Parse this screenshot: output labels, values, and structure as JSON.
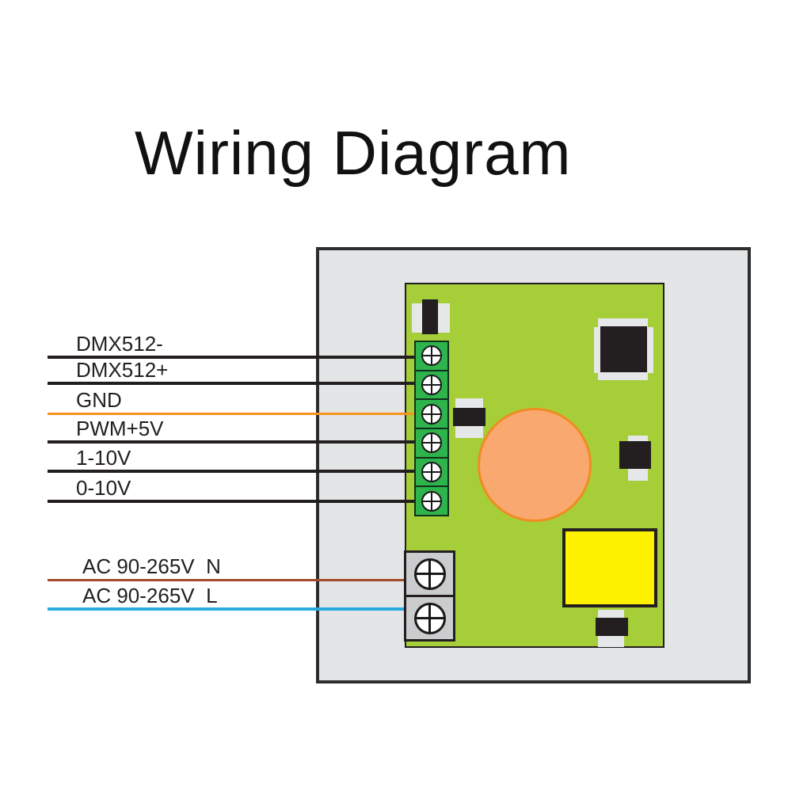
{
  "title": "Wiring Diagram",
  "board": {
    "signal_terminals": {
      "count": 6,
      "wires": [
        {
          "label": "DMX512-",
          "wire_color": "#231f20"
        },
        {
          "label": "DMX512+",
          "wire_color": "#231f20"
        },
        {
          "label": "GND",
          "wire_color": "#f7941d"
        },
        {
          "label": "PWM+5V",
          "wire_color": "#231f20"
        },
        {
          "label": "1-10V",
          "wire_color": "#231f20"
        },
        {
          "label": "0-10V",
          "wire_color": "#231f20"
        }
      ]
    },
    "power_terminals": {
      "count": 2,
      "wires": [
        {
          "label": "AC 90-265V  N",
          "wire_color": "#a34b2e"
        },
        {
          "label": "AC 90-265V  L",
          "wire_color": "#29abe2"
        }
      ]
    }
  },
  "colors": {
    "panel_bg": "#e4e5e6",
    "pcb_green": "#a6ce39",
    "terminal_block_green": "#2eb34d",
    "terminal_block_gray": "#cbcccd",
    "ic_circle_fill": "#f9a870",
    "ic_circle_stroke": "#ef8c22",
    "transformer_yellow": "#fff200",
    "component_black": "#231f20",
    "pad_gray": "#e6e7e8",
    "wire_orange": "#f7941d",
    "wire_brown": "#a34b2e",
    "wire_blue": "#29abe2"
  }
}
